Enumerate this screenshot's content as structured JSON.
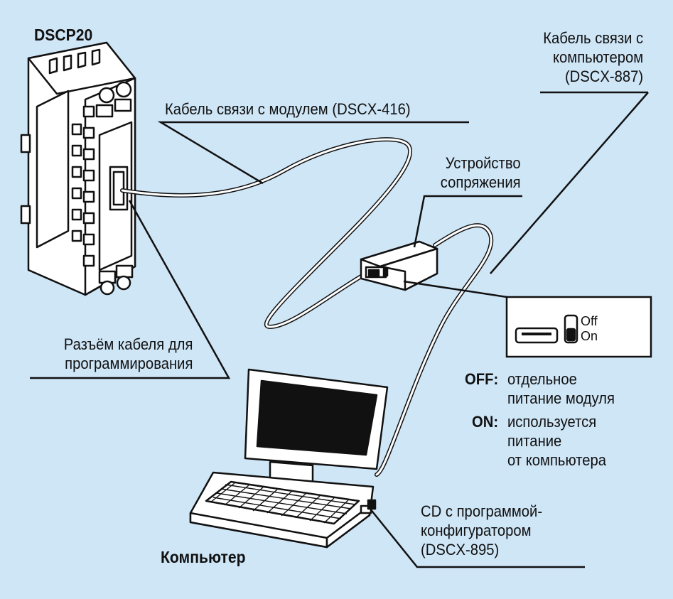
{
  "labels": {
    "device_name": "DSCP20",
    "module_cable": "Кабель связи с модулем (DSCX-416)",
    "pc_cable": [
      "Кабель связи с",
      "компьютером",
      "(DSCX-887)"
    ],
    "interface": [
      "Устройство",
      "сопряжения"
    ],
    "connector": [
      "Разъём кабеля для",
      "программирования"
    ],
    "switch_off": "Off",
    "switch_on": "On",
    "off_key": "OFF",
    "off_desc": [
      "отдельное",
      "питание модуля"
    ],
    "on_key": "ON",
    "on_desc": [
      "используется",
      "питание",
      "от компьютера"
    ],
    "cd": [
      "CD с программой-",
      "конфигуратором",
      "(DSCX-895)"
    ],
    "computer": "Компьютер"
  },
  "colors": {
    "background": "#cfe6f7",
    "device_fill": "#ffffff",
    "stroke": "#111111"
  }
}
